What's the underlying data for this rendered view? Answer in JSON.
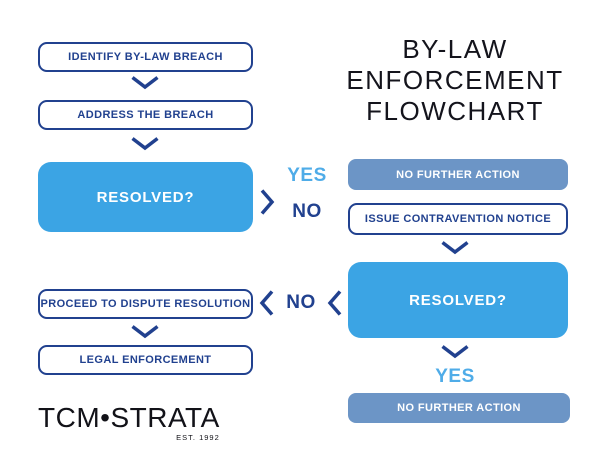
{
  "title": {
    "line1": "BY-LAW",
    "line2": "ENFORCEMENT",
    "line3": "FLOWCHART"
  },
  "nodes": {
    "identify": "IDENTIFY BY-LAW BREACH",
    "address": "ADDRESS THE BREACH",
    "resolved1": "RESOLVED?",
    "no_further_action1": "NO FURTHER ACTION",
    "issue_notice": "ISSUE CONTRAVENTION NOTICE",
    "resolved2": "RESOLVED?",
    "proceed": "PROCEED TO DISPUTE RESOLUTION",
    "legal": "LEGAL ENFORCEMENT",
    "no_further_action2": "NO FURTHER ACTION"
  },
  "labels": {
    "yes1": "YES",
    "no1": "NO",
    "no2": "NO",
    "yes2": "YES"
  },
  "logo": {
    "name": "TCM•STRATA",
    "est": "EST. 1992"
  },
  "colors": {
    "navy": "#21418F",
    "blue": "#3BA4E4",
    "steel": "#6C95C6",
    "lightblue": "#4FACE8",
    "ink": "#14141C"
  }
}
